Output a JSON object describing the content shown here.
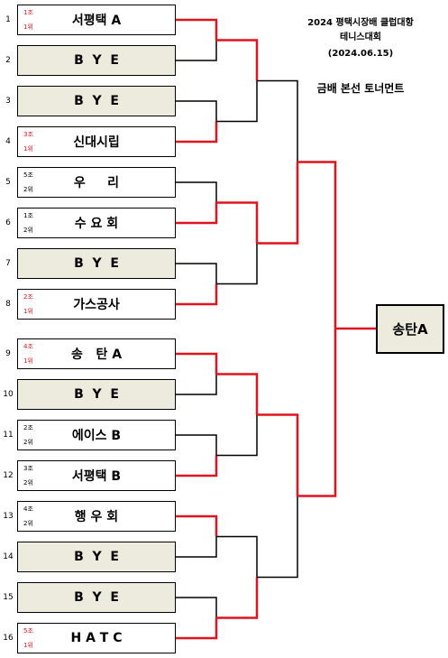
{
  "header": {
    "title_line1": "2024 평택시장배 클럽대항",
    "title_line2": "테니스대회",
    "title_line3": "(2024.06.15)",
    "subtitle": "금배 본선 토너먼트"
  },
  "colors": {
    "winner_line": "#e0141e",
    "line": "#000000",
    "bye_fill": "#ecebdd"
  },
  "champion": "송탄A",
  "slots": [
    {
      "num": "1",
      "name": "서평택 A",
      "group": "1조",
      "rank": "1위",
      "tag_color": "red",
      "bye": false
    },
    {
      "num": "2",
      "name": "B  Y  E",
      "group": "",
      "rank": "",
      "tag_color": "",
      "bye": true
    },
    {
      "num": "3",
      "name": "B  Y  E",
      "group": "",
      "rank": "",
      "tag_color": "",
      "bye": true
    },
    {
      "num": "4",
      "name": "신대시립",
      "group": "3조",
      "rank": "1위",
      "tag_color": "red",
      "bye": false
    },
    {
      "num": "5",
      "name": "우     리",
      "group": "5조",
      "rank": "2위",
      "tag_color": "black",
      "bye": false
    },
    {
      "num": "6",
      "name": "수 요 회",
      "group": "1조",
      "rank": "2위",
      "tag_color": "black",
      "bye": false
    },
    {
      "num": "7",
      "name": "B  Y  E",
      "group": "",
      "rank": "",
      "tag_color": "",
      "bye": true
    },
    {
      "num": "8",
      "name": "가스공사",
      "group": "2조",
      "rank": "1위",
      "tag_color": "red",
      "bye": false
    },
    {
      "num": "9",
      "name": "송   탄 A",
      "group": "4조",
      "rank": "1위",
      "tag_color": "red",
      "bye": false
    },
    {
      "num": "10",
      "name": "B  Y  E",
      "group": "",
      "rank": "",
      "tag_color": "",
      "bye": true
    },
    {
      "num": "11",
      "name": "에이스 B",
      "group": "2조",
      "rank": "2위",
      "tag_color": "black",
      "bye": false
    },
    {
      "num": "12",
      "name": "서평택 B",
      "group": "3조",
      "rank": "2위",
      "tag_color": "black",
      "bye": false
    },
    {
      "num": "13",
      "name": "행 우 회",
      "group": "4조",
      "rank": "2위",
      "tag_color": "black",
      "bye": false
    },
    {
      "num": "14",
      "name": "B  Y  E",
      "group": "",
      "rank": "",
      "tag_color": "",
      "bye": true
    },
    {
      "num": "15",
      "name": "B  Y  E",
      "group": "",
      "rank": "",
      "tag_color": "",
      "bye": true
    },
    {
      "num": "16",
      "name": "H A T C",
      "group": "5조",
      "rank": "1위",
      "tag_color": "red",
      "bye": false
    }
  ]
}
